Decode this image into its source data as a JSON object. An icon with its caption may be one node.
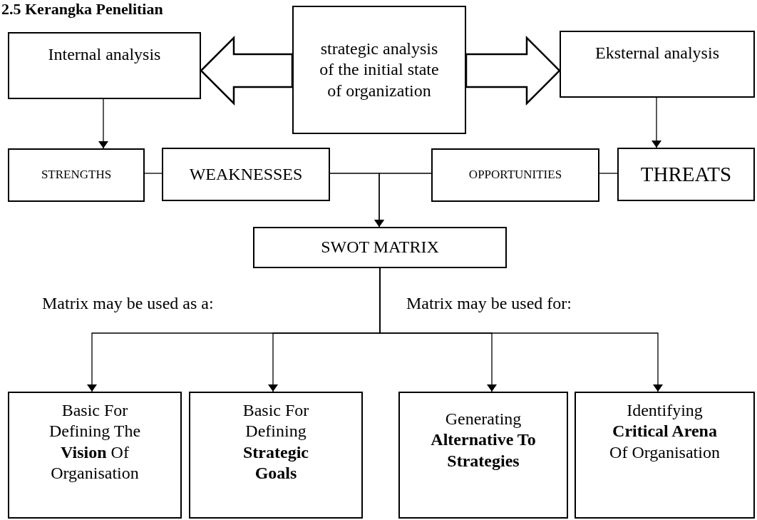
{
  "diagram": {
    "title": "2.5 Kerangka Penelitian",
    "nodes": [
      {
        "text": [
          "Internal analysis"
        ]
      },
      {
        "text": [
          "strategic analysis of the initial state of organization"
        ]
      },
      {
        "text": [
          "Eksternal analysis"
        ]
      },
      {
        "text": [
          "STRENGTHS"
        ]
      },
      {
        "text": [
          "WEAKNESSES"
        ]
      },
      {
        "text": [
          "OPPORTUNITIES"
        ]
      },
      {
        "text": [
          "THREATS"
        ]
      },
      {
        "text": [
          "SWOT MATRIX"
        ]
      },
      {
        "text": [
          "Basic For Defining The **Vision** Of Organisation"
        ]
      },
      {
        "text": [
          "Basic For Defining **Strategic Goals**"
        ]
      },
      {
        "text": [
          "Generating **Alternative To Strategies**"
        ]
      },
      {
        "text": [
          "Identifying **Critical Arena** Of Organisation"
        ]
      }
    ],
    "edges": [
      {
        "from": 1,
        "to": 0,
        "arrow": "to",
        "style": "thick"
      },
      {
        "from": 1,
        "to": 2,
        "arrow": "to",
        "style": "thick"
      },
      {
        "from": 0,
        "to": 3,
        "arrow": "to"
      },
      {
        "from": 2,
        "to": 6,
        "arrow": "to"
      },
      {
        "from": 3,
        "to": 4,
        "arrow": "none"
      },
      {
        "from": 4,
        "to": 7,
        "arrow": "to"
      },
      {
        "from": 5,
        "to": 7,
        "arrow": "to"
      },
      {
        "from": 5,
        "to": 6,
        "arrow": "none"
      },
      {
        "from": 7,
        "to": 8,
        "arrow": "to"
      },
      {
        "from": 7,
        "to": 9,
        "arrow": "to"
      },
      {
        "from": 7,
        "to": 10,
        "arrow": "to"
      },
      {
        "from": 7,
        "to": 11,
        "arrow": "to"
      }
    ],
    "labels": [
      "Matrix may be used as a:",
      "Matrix may be used for:"
    ]
  }
}
